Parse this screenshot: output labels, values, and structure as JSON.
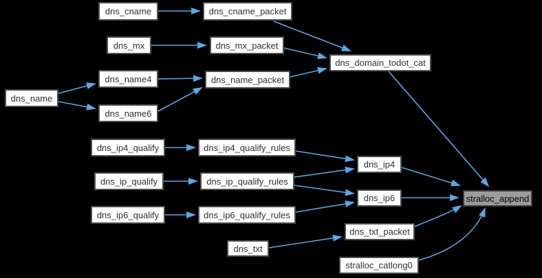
{
  "diagram": {
    "type": "call-graph",
    "highlight_node": "stralloc_append",
    "colors": {
      "background": "#000000",
      "node_fill": "#ffffff",
      "node_border": "#4d4d4d",
      "node_text": "#303030",
      "highlight_fill": "#9c9c9c",
      "edge": "#5aa7e2"
    },
    "nodes": {
      "dns_cname": {
        "label": "dns_cname"
      },
      "dns_cname_packet": {
        "label": "dns_cname_packet"
      },
      "dns_mx": {
        "label": "dns_mx"
      },
      "dns_mx_packet": {
        "label": "dns_mx_packet"
      },
      "dns_name": {
        "label": "dns_name"
      },
      "dns_name4": {
        "label": "dns_name4"
      },
      "dns_name6": {
        "label": "dns_name6"
      },
      "dns_name_packet": {
        "label": "dns_name_packet"
      },
      "dns_domain_todot_cat": {
        "label": "dns_domain_todot_cat"
      },
      "dns_ip4_qualify": {
        "label": "dns_ip4_qualify"
      },
      "dns_ip4_qualify_rules": {
        "label": "dns_ip4_qualify_rules"
      },
      "dns_ip_qualify": {
        "label": "dns_ip_qualify"
      },
      "dns_ip_qualify_rules": {
        "label": "dns_ip_qualify_rules"
      },
      "dns_ip6_qualify": {
        "label": "dns_ip6_qualify"
      },
      "dns_ip6_qualify_rules": {
        "label": "dns_ip6_qualify_rules"
      },
      "dns_ip4": {
        "label": "dns_ip4"
      },
      "dns_ip6": {
        "label": "dns_ip6"
      },
      "dns_txt": {
        "label": "dns_txt"
      },
      "dns_txt_packet": {
        "label": "dns_txt_packet"
      },
      "stralloc_catlong0": {
        "label": "stralloc_catlong0"
      },
      "stralloc_append": {
        "label": "stralloc_append"
      }
    },
    "edges": [
      {
        "from": "dns_cname",
        "to": "dns_cname_packet"
      },
      {
        "from": "dns_cname_packet",
        "to": "dns_domain_todot_cat"
      },
      {
        "from": "dns_mx",
        "to": "dns_mx_packet"
      },
      {
        "from": "dns_mx_packet",
        "to": "dns_domain_todot_cat"
      },
      {
        "from": "dns_name",
        "to": "dns_name4"
      },
      {
        "from": "dns_name",
        "to": "dns_name6"
      },
      {
        "from": "dns_name4",
        "to": "dns_name_packet"
      },
      {
        "from": "dns_name6",
        "to": "dns_name_packet"
      },
      {
        "from": "dns_name_packet",
        "to": "dns_domain_todot_cat"
      },
      {
        "from": "dns_domain_todot_cat",
        "to": "stralloc_append"
      },
      {
        "from": "dns_ip4_qualify",
        "to": "dns_ip4_qualify_rules"
      },
      {
        "from": "dns_ip4_qualify_rules",
        "to": "dns_ip4"
      },
      {
        "from": "dns_ip_qualify",
        "to": "dns_ip_qualify_rules"
      },
      {
        "from": "dns_ip_qualify_rules",
        "to": "dns_ip4"
      },
      {
        "from": "dns_ip_qualify_rules",
        "to": "dns_ip6"
      },
      {
        "from": "dns_ip6_qualify",
        "to": "dns_ip6_qualify_rules"
      },
      {
        "from": "dns_ip6_qualify_rules",
        "to": "dns_ip6"
      },
      {
        "from": "dns_ip4",
        "to": "stralloc_append"
      },
      {
        "from": "dns_ip6",
        "to": "stralloc_append"
      },
      {
        "from": "dns_txt",
        "to": "dns_txt_packet"
      },
      {
        "from": "dns_txt_packet",
        "to": "stralloc_append"
      },
      {
        "from": "stralloc_catlong0",
        "to": "stralloc_append"
      }
    ]
  }
}
